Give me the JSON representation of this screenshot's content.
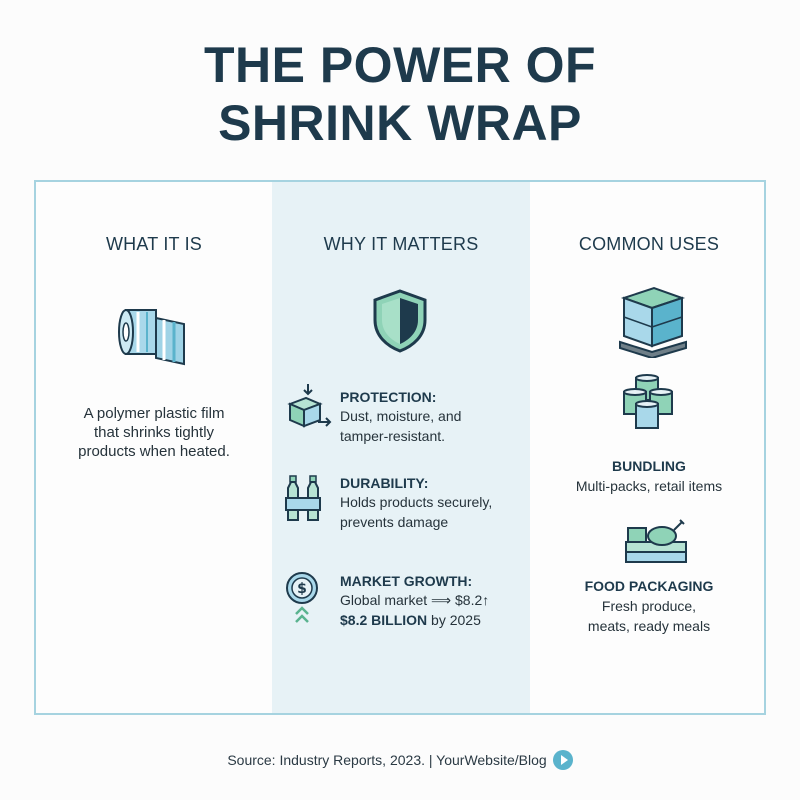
{
  "title": {
    "line1": "THE POWER OF",
    "line2": "SHRINK WRAP"
  },
  "columns": {
    "what": {
      "heading": "WHAT IT IS",
      "icon": "film-roll-icon",
      "text_lines": [
        "A polymer plastic film",
        "that shrinks tightly",
        "products when heated."
      ]
    },
    "why": {
      "heading": "WHY IT MATTERS",
      "icon": "shield-icon",
      "features": [
        {
          "title": "PROTECTION:",
          "icon": "box-arrow-icon",
          "lines": [
            "Dust, moisture, and",
            "tamper-resistant."
          ]
        },
        {
          "title": "DURABILITY:",
          "icon": "bottles-icon",
          "lines": [
            "Holds products securely,",
            "prevents damage"
          ]
        },
        {
          "title": "MARKET GROWTH:",
          "icon": "coin-growth-icon",
          "line1": "Global market ⟹ $8.2↑",
          "line2_bold": "$8.2 BILLION",
          "line2_rest": " by 2025"
        }
      ]
    },
    "uses": {
      "heading": "COMMON USES",
      "items": [
        {
          "icon": "pallet-boxes-icon"
        },
        {
          "icon": "cans-bundle-icon",
          "title": "BUNDLING",
          "lines": [
            "Multi-packs, retail items"
          ]
        },
        {
          "icon": "food-package-icon",
          "title": "FOOD PACKAGING",
          "lines": [
            "Fresh produce,",
            "meats, ready meals"
          ]
        }
      ]
    }
  },
  "footer": {
    "source": "Source: Industry Reports, 2023. | YourWebsite/Blog"
  },
  "colors": {
    "accent": "#5ab3cc",
    "dark": "#1e3a4c",
    "panel_border": "#a6d3e0",
    "mid_column": "#e7f2f6",
    "green": "#8fd3b7"
  }
}
